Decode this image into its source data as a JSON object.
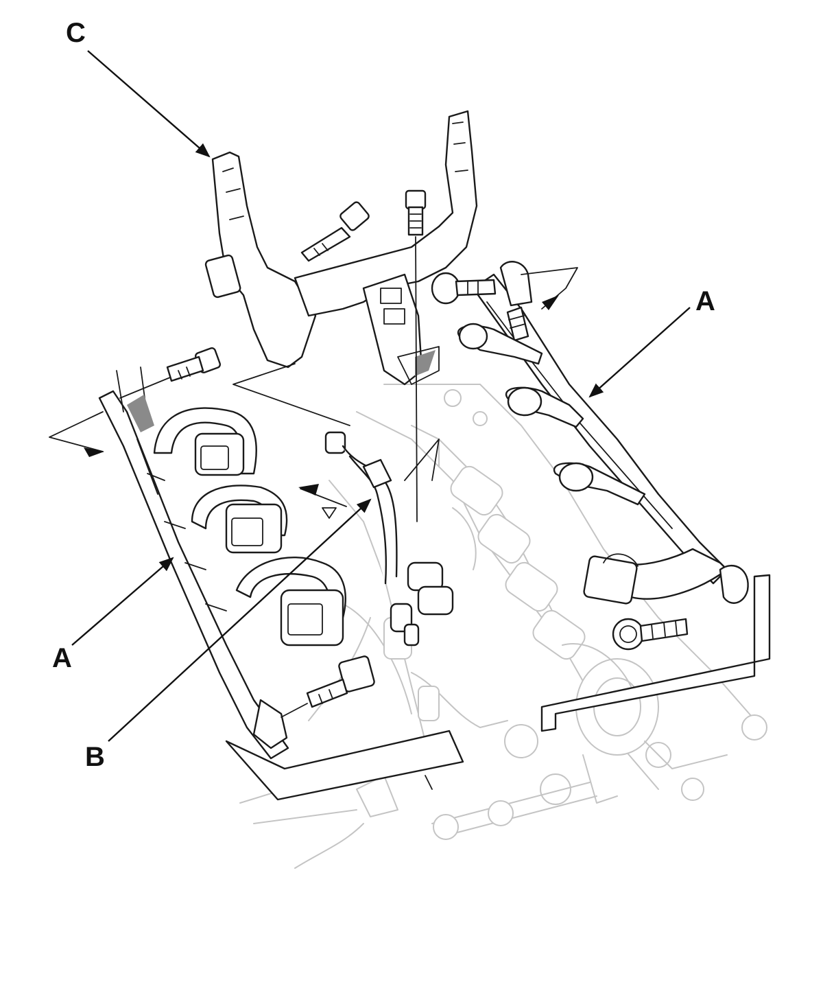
{
  "callouts": {
    "a_right": "A",
    "a_left": "A",
    "b": "B",
    "c": "C"
  },
  "colors": {
    "line": "#1a1a1a",
    "background_engine": "#c4c4c4",
    "page": "#ffffff"
  }
}
